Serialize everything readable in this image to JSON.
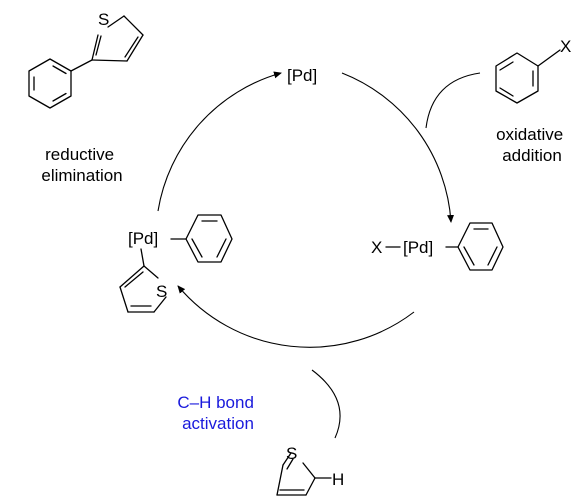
{
  "catalyst_top": "[Pd]",
  "steps": {
    "oxidative_addition": [
      "oxidative",
      "addition"
    ],
    "reductive_elimination": [
      "reductive",
      "elimination"
    ],
    "ch_activation": [
      "C–H bond",
      "activation"
    ]
  },
  "species": {
    "aryl_halide_x": "X",
    "oxadd_x": "X",
    "oxadd_pd": "[Pd]",
    "pd_complex_pd": "[Pd]",
    "pd_complex_s": "S",
    "product_s": "S",
    "thiophene_s": "S",
    "thiophene_h": "H"
  },
  "colors": {
    "step_text": "#000000",
    "ch_activation_text": "#1a1adc"
  }
}
